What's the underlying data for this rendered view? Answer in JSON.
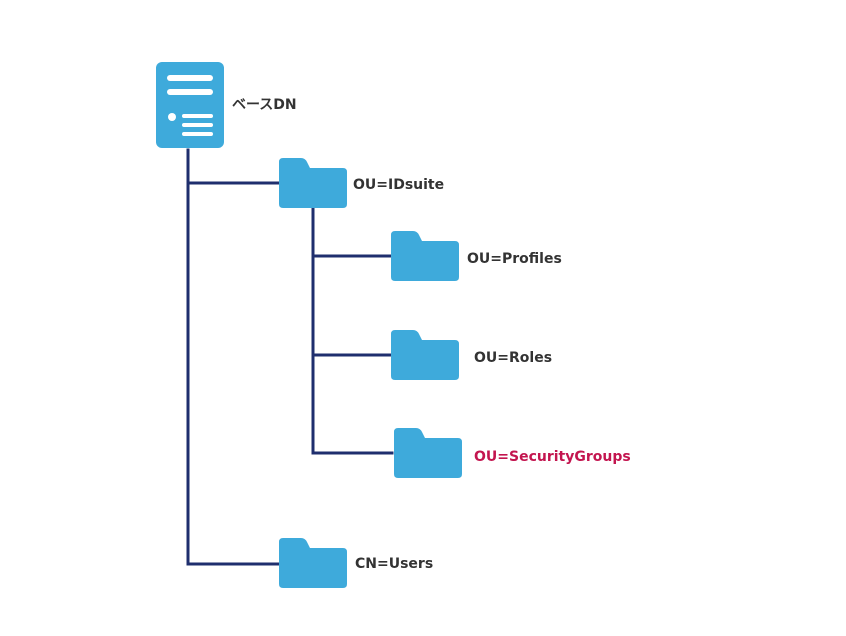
{
  "tree": {
    "root": {
      "label": "ベースDN",
      "icon": "server-icon"
    },
    "children": [
      {
        "label": "OU=IDsuite",
        "icon": "folder-icon",
        "children": [
          {
            "label": "OU=Profiles",
            "icon": "folder-icon"
          },
          {
            "label": "OU=Roles",
            "icon": "folder-icon"
          },
          {
            "label": "OU=SecurityGroups",
            "icon": "folder-icon",
            "highlighted": true
          }
        ]
      },
      {
        "label": "CN=Users",
        "icon": "folder-icon"
      }
    ]
  },
  "colors": {
    "icon": "#3eaadb",
    "connector": "#1f2f6e",
    "label": "#333333",
    "highlight": "#c3154f"
  }
}
